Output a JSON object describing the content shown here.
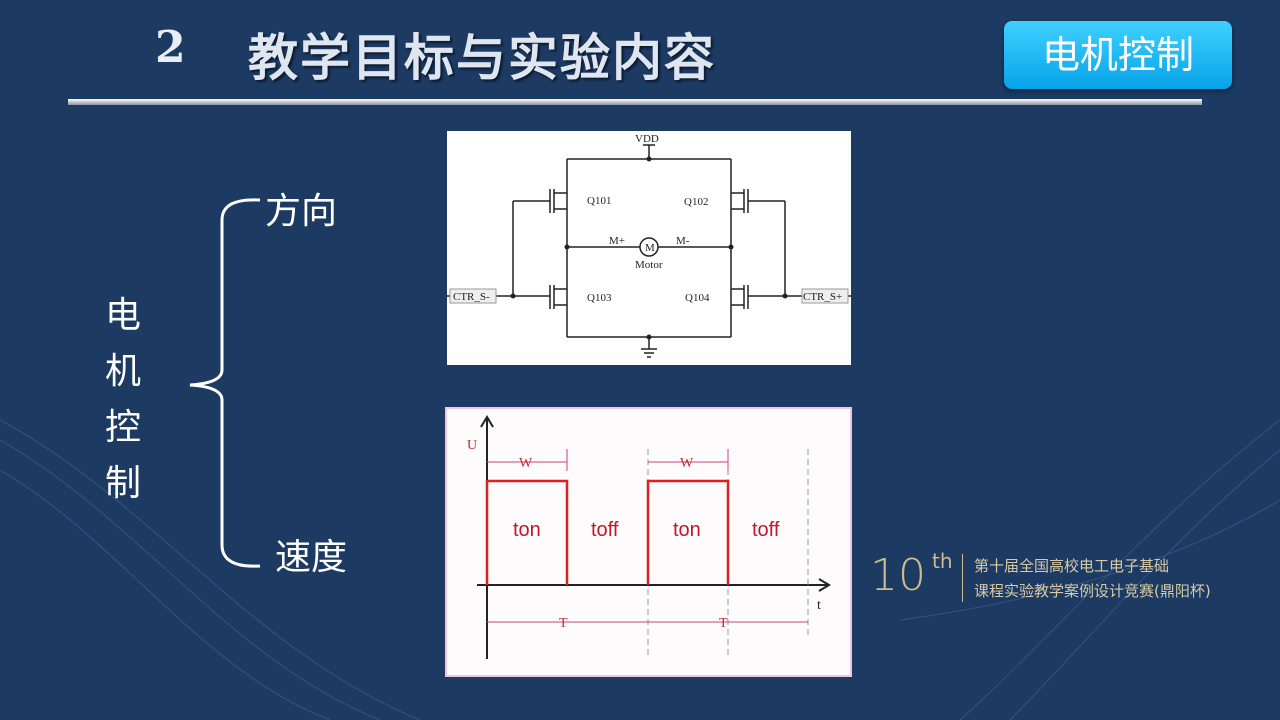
{
  "header": {
    "number": "2",
    "title": "教学目标与实验内容",
    "badge": "电机控制"
  },
  "tree": {
    "root": "电机控制",
    "root_chars": [
      "电",
      "机",
      "控",
      "制"
    ],
    "branches": [
      "方向",
      "速度"
    ]
  },
  "circuit": {
    "vdd": "VDD",
    "q": [
      "Q101",
      "Q102",
      "Q103",
      "Q104"
    ],
    "m_plus": "M+",
    "m_minus": "M-",
    "motor_symbol": "M",
    "motor": "Motor",
    "ctr_minus": "CTR_S-",
    "ctr_plus": "CTR_S+"
  },
  "pwm": {
    "y_axis": "U",
    "x_axis": "t",
    "width_label": "W",
    "period_label": "T",
    "on_label": "ton",
    "off_label": "toff"
  },
  "logo": {
    "number": "10",
    "sup": "th",
    "line1": "第十届全国高校电工电子基础",
    "line2": "课程实验教学案例设计竞赛(鼎阳杯)"
  },
  "colors": {
    "background": "#1d3a62",
    "badge": "#19b4f3",
    "pulse": "#e02020"
  }
}
